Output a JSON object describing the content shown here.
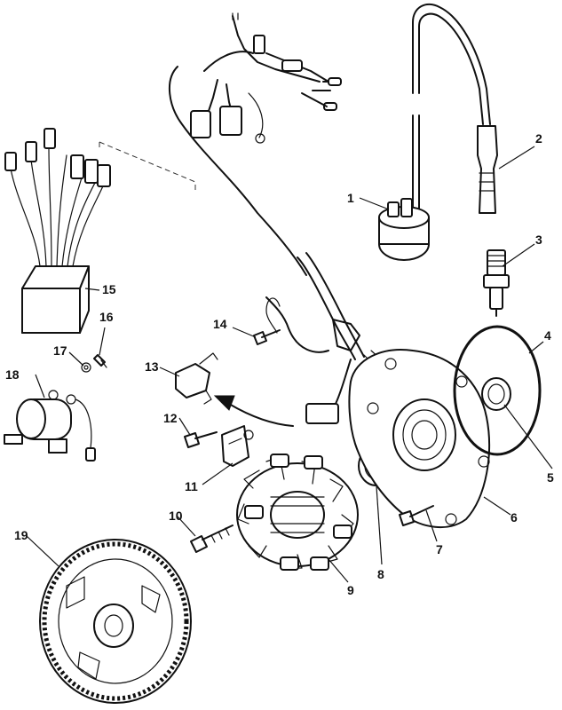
{
  "diagram": {
    "callouts": {
      "c1": "1",
      "c2": "2",
      "c3": "3",
      "c4": "4",
      "c5": "5",
      "c6": "6",
      "c7": "7",
      "c8": "8",
      "c9": "9",
      "c10": "10",
      "c11": "11",
      "c12": "12",
      "c13": "13",
      "c14": "14",
      "c15": "15",
      "c16": "16",
      "c17": "17",
      "c18": "18",
      "c19": "19"
    },
    "colors": {
      "ink": "#111111",
      "paper": "#ffffff"
    }
  }
}
